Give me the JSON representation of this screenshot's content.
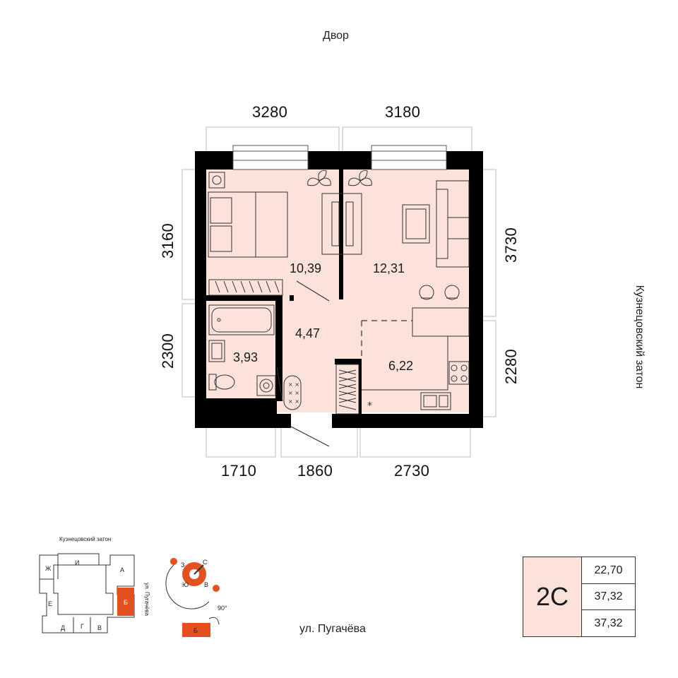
{
  "labels": {
    "courtyard": "Двор",
    "side_street": "Кузнецовский затон",
    "street": "ул. Пугачёва"
  },
  "dimensions": {
    "top_left": "3280",
    "top_right": "3180",
    "left_top": "3160",
    "left_bottom": "2300",
    "right_top": "3730",
    "right_bottom": "2280",
    "bottom_left": "1710",
    "bottom_mid": "1860",
    "bottom_right": "2730"
  },
  "rooms": {
    "bedroom": "10,39",
    "living": "12,31",
    "hall": "4,47",
    "bath": "3,93",
    "kitchen": "6,22"
  },
  "site_plan": {
    "street_top": "Кузнецовский затон",
    "street_right": "ул. Пугачёва",
    "sections": [
      "Ж",
      "И",
      "А",
      "Б",
      "Е",
      "Д",
      "Г",
      "В"
    ],
    "highlight": "Б",
    "compass": {
      "n": "С",
      "s": "Ю",
      "w": "З",
      "e": "В",
      "angle": "90°"
    }
  },
  "summary": {
    "type": "2С",
    "living_area": "22,70",
    "total_area": "37,32",
    "total_area_2": "37,32"
  },
  "colors": {
    "floor": "#fbe3dc",
    "wall": "#000000",
    "accent": "#e4501e",
    "panel": "#fbe3dc"
  }
}
